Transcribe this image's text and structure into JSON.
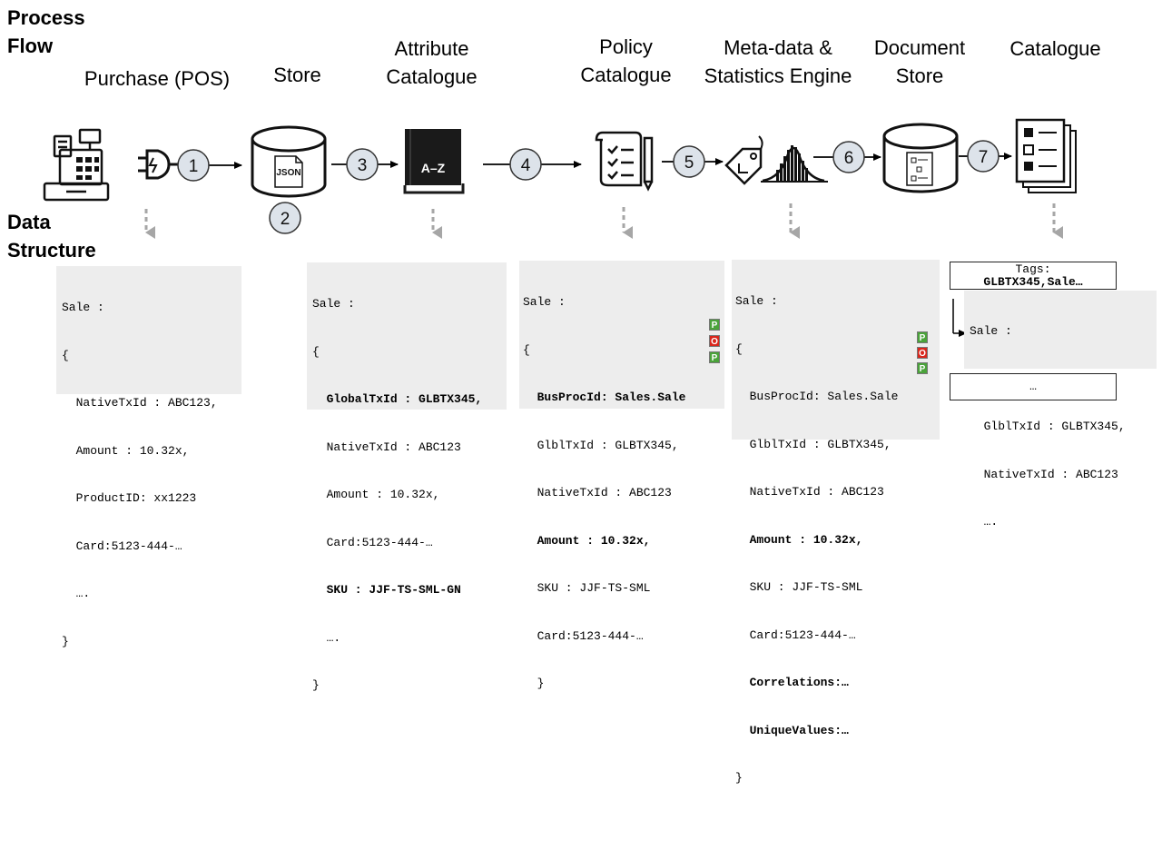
{
  "sections": {
    "process_flow_line1": "Process",
    "process_flow_line2": "Flow",
    "data_structure_line1": "Data",
    "data_structure_line2": "Structure"
  },
  "stages": [
    {
      "line1": "Purchase (POS)",
      "line2": "",
      "icon": "cash-register-icon"
    },
    {
      "line1": "Store",
      "line2": "",
      "icon": "json-store-icon"
    },
    {
      "line1": "Attribute",
      "line2": "Catalogue",
      "icon": "a-z-book-icon"
    },
    {
      "line1": "Policy",
      "line2": "Catalogue",
      "icon": "policy-document-icon"
    },
    {
      "line1": "Meta-data &",
      "line2": "Statistics Engine",
      "icon": "tag-distribution-icon"
    },
    {
      "line1": "Document",
      "line2": "Store",
      "icon": "document-database-icon"
    },
    {
      "line1": "Catalogue",
      "line2": "",
      "icon": "checklist-icon"
    }
  ],
  "steps": [
    "1",
    "2",
    "3",
    "4",
    "5",
    "6",
    "7"
  ],
  "json_label": "JSON",
  "az_label": "A–Z",
  "structures": {
    "s1": [
      "Sale :",
      "{",
      "  NativeTxId : ABC123,",
      "  Amount : 10.32x,",
      "  ProductID: xx1223",
      "  Card:5123-444-…",
      "  ….",
      "}"
    ],
    "s2": [
      "Sale :",
      "{",
      "  GlobalTxId : GLBTX345,",
      "  NativeTxId : ABC123",
      "  Amount : 10.32x,",
      "  Card:5123-444-…",
      "  SKU : JJF-TS-SML-GN",
      "  ….",
      "}"
    ],
    "s3": [
      "Sale :",
      "{",
      "  BusProcId: Sales.Sale",
      "  GlblTxId : GLBTX345,",
      "  NativeTxId : ABC123",
      "  Amount : 10.32x,",
      "  SKU : JJF-TS-SML",
      "  Card:5123-444-…",
      "  }"
    ],
    "s4": [
      "Sale :",
      "{",
      "  BusProcId: Sales.Sale",
      "  GlblTxId : GLBTX345,",
      "  NativeTxId : ABC123",
      "  Amount : 10.32x,",
      "  SKU : JJF-TS-SML",
      "  Card:5123-444-…",
      "  Correlations:…",
      "  UniqueValues:…",
      "}"
    ],
    "tags_line1": "Tags:",
    "tags_line2": "GLBTX345,Sale…",
    "s5": [
      "Sale :",
      "{",
      "  GlblTxId : GLBTX345,",
      "  NativeTxId : ABC123",
      "  …."
    ],
    "ellipsis_box": "…"
  },
  "badges": {
    "p": "P",
    "o": "O"
  }
}
